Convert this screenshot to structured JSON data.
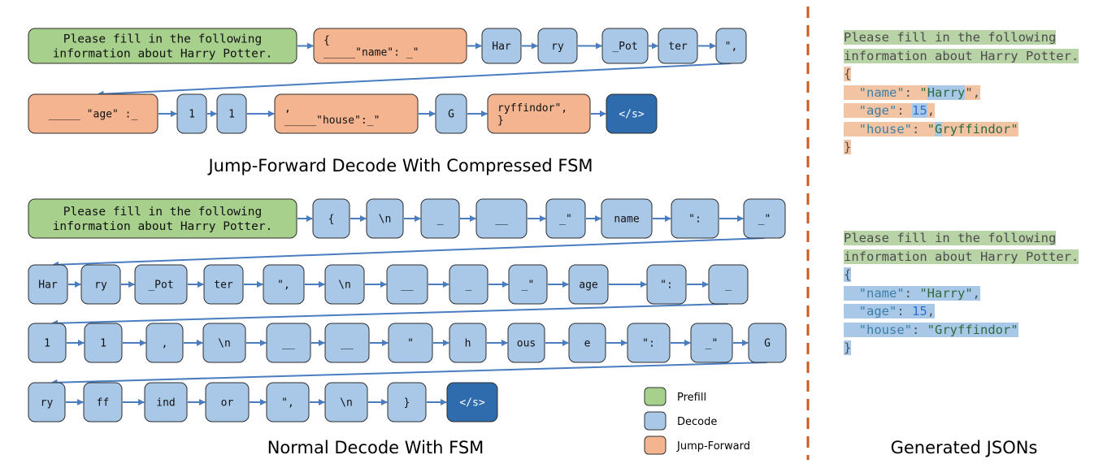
{
  "colors": {
    "prefill": "#a6d08c",
    "decode": "#a9c8e8",
    "jump_forward": "#f3b48f",
    "eos": "#2e6cae",
    "arrow": "#4a7cc0",
    "divider": "#cc5a1e"
  },
  "titles": {
    "jump_forward": "Jump-Forward Decode With Compressed FSM",
    "normal": "Normal Decode With FSM",
    "json": "Generated JSONs"
  },
  "legend": {
    "prefill": "Prefill",
    "decode": "Decode",
    "jump_forward": "Jump-Forward"
  },
  "jump_forward_rows": [
    [
      {
        "kind": "prefill",
        "lines": [
          "Please fill in the following",
          "information about Harry Potter."
        ]
      },
      {
        "kind": "jump",
        "lines": [
          "{",
          "_____\"name\": _\""
        ]
      },
      {
        "kind": "decode",
        "lines": [
          "Har"
        ]
      },
      {
        "kind": "decode",
        "lines": [
          "ry"
        ]
      },
      {
        "kind": "decode",
        "lines": [
          "_Pot"
        ]
      },
      {
        "kind": "decode",
        "lines": [
          "ter"
        ]
      },
      {
        "kind": "decode",
        "lines": [
          "\","
        ]
      }
    ],
    [
      {
        "kind": "jump",
        "lines": [
          "_____ \"age\" :_"
        ]
      },
      {
        "kind": "decode",
        "lines": [
          "1"
        ]
      },
      {
        "kind": "decode",
        "lines": [
          "1"
        ]
      },
      {
        "kind": "jump",
        "lines": [
          ",",
          "_____\"house\":_\""
        ]
      },
      {
        "kind": "decode",
        "lines": [
          "G"
        ]
      },
      {
        "kind": "jump",
        "lines": [
          "ryffindor\",",
          "}"
        ]
      },
      {
        "kind": "eos",
        "lines": [
          "</s>"
        ]
      }
    ]
  ],
  "normal_rows": [
    [
      {
        "kind": "prefill",
        "lines": [
          "Please fill in the following",
          "information about Harry Potter."
        ]
      },
      {
        "kind": "decode",
        "lines": [
          "{"
        ]
      },
      {
        "kind": "decode",
        "lines": [
          "\\n"
        ]
      },
      {
        "kind": "decode",
        "lines": [
          "_"
        ]
      },
      {
        "kind": "decode",
        "lines": [
          "__"
        ]
      },
      {
        "kind": "decode",
        "lines": [
          "_\""
        ]
      },
      {
        "kind": "decode",
        "lines": [
          "name"
        ]
      },
      {
        "kind": "decode",
        "lines": [
          "\":"
        ]
      },
      {
        "kind": "decode",
        "lines": [
          "_\""
        ]
      }
    ],
    [
      {
        "kind": "decode",
        "lines": [
          "Har"
        ]
      },
      {
        "kind": "decode",
        "lines": [
          "ry"
        ]
      },
      {
        "kind": "decode",
        "lines": [
          "_Pot"
        ]
      },
      {
        "kind": "decode",
        "lines": [
          "ter"
        ]
      },
      {
        "kind": "decode",
        "lines": [
          "\","
        ]
      },
      {
        "kind": "decode",
        "lines": [
          "\\n"
        ]
      },
      {
        "kind": "decode",
        "lines": [
          "__"
        ]
      },
      {
        "kind": "decode",
        "lines": [
          "_"
        ]
      },
      {
        "kind": "decode",
        "lines": [
          "_\""
        ]
      },
      {
        "kind": "decode",
        "lines": [
          "age"
        ]
      },
      {
        "kind": "decode",
        "lines": [
          "\":"
        ]
      },
      {
        "kind": "decode",
        "lines": [
          "_"
        ]
      }
    ],
    [
      {
        "kind": "decode",
        "lines": [
          "1"
        ]
      },
      {
        "kind": "decode",
        "lines": [
          "1"
        ]
      },
      {
        "kind": "decode",
        "lines": [
          ","
        ]
      },
      {
        "kind": "decode",
        "lines": [
          "\\n"
        ]
      },
      {
        "kind": "decode",
        "lines": [
          "__"
        ]
      },
      {
        "kind": "decode",
        "lines": [
          "__"
        ]
      },
      {
        "kind": "decode",
        "lines": [
          "\""
        ]
      },
      {
        "kind": "decode",
        "lines": [
          "h"
        ]
      },
      {
        "kind": "decode",
        "lines": [
          "ous"
        ]
      },
      {
        "kind": "decode",
        "lines": [
          "e"
        ]
      },
      {
        "kind": "decode",
        "lines": [
          "\":"
        ]
      },
      {
        "kind": "decode",
        "lines": [
          "_\""
        ]
      },
      {
        "kind": "decode",
        "lines": [
          "G"
        ]
      }
    ],
    [
      {
        "kind": "decode",
        "lines": [
          "ry"
        ]
      },
      {
        "kind": "decode",
        "lines": [
          "ff"
        ]
      },
      {
        "kind": "decode",
        "lines": [
          "ind"
        ]
      },
      {
        "kind": "decode",
        "lines": [
          "or"
        ]
      },
      {
        "kind": "decode",
        "lines": [
          "\","
        ]
      },
      {
        "kind": "decode",
        "lines": [
          "\\n"
        ]
      },
      {
        "kind": "decode",
        "lines": [
          "}"
        ]
      },
      {
        "kind": "eos",
        "lines": [
          "</s>"
        ]
      }
    ]
  ],
  "json_jump_forward": {
    "prompt_1": "Please fill in the following",
    "prompt_2": "information about Harry Potter.",
    "open": "{",
    "name_key": "\"name\"",
    "name_colon": ": ",
    "name_quote": "\"",
    "name_value": "Harry",
    "name_end": "\",",
    "age_key": "\"age\"",
    "age_colon": ": ",
    "age_value": "15",
    "age_end": ",",
    "house_key": "\"house\"",
    "house_colon": ": ",
    "house_quote": "\"",
    "house_first": "G",
    "house_rest": "ryffindor\"",
    "close": "}"
  },
  "json_normal": {
    "prompt_1": "Please fill in the following",
    "prompt_2": "information about Harry Potter.",
    "open": "{",
    "name_key": "\"name\"",
    "name_colon": ": ",
    "name_value": "\"Harry\"",
    "name_end": ",",
    "age_key": "\"age\"",
    "age_colon": ": ",
    "age_value": "15",
    "age_end": ",",
    "house_key": "\"house\"",
    "house_colon": ": ",
    "house_value": "\"Gryffindor\"",
    "close": "}"
  }
}
